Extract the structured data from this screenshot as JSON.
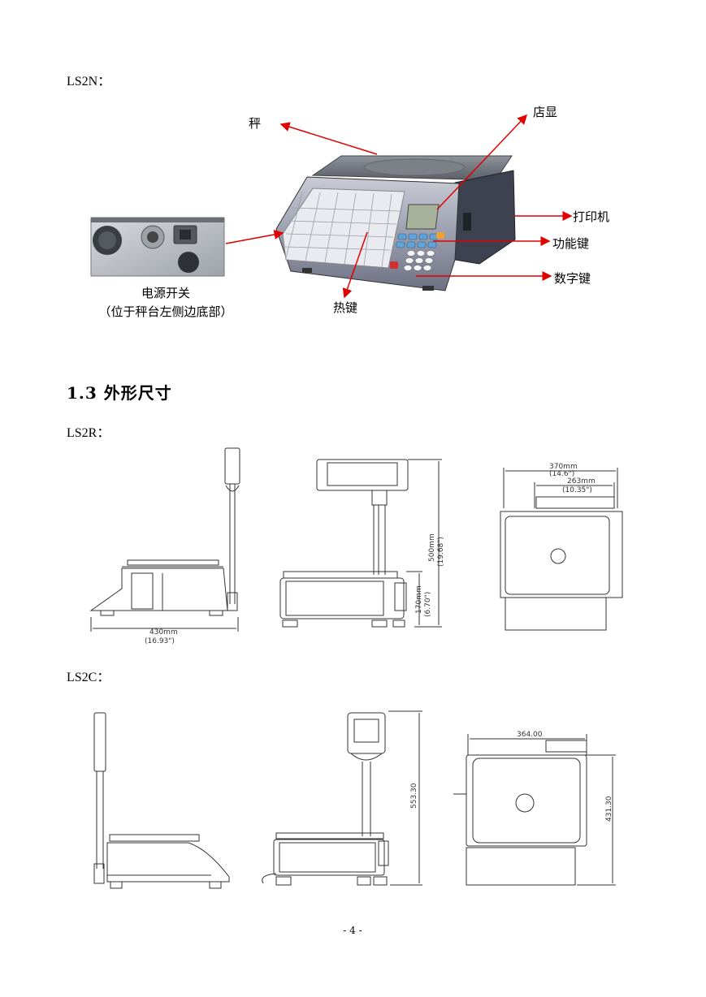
{
  "ls2n": {
    "model_label": "LS2N：",
    "callouts": {
      "platter": "秤",
      "shop_display": "店显",
      "printer": "打印机",
      "function_keys": "功能键",
      "numeric_keys": "数字键",
      "hot_keys": "热键",
      "power_switch_line1": "电源开关",
      "power_switch_line2": "（位于秤台左侧边底部）"
    }
  },
  "section": {
    "heading": "1.3 外形尺寸"
  },
  "ls2r": {
    "model_label": "LS2R：",
    "dims": {
      "width_mm": "430mm",
      "width_in": "(16.93\")",
      "height_total_mm": "500mm",
      "height_total_in": "(19.68\")",
      "height_base_mm": "170mm",
      "height_base_in": "(6.70\")",
      "top_outer_mm": "370mm",
      "top_outer_in": "(14.6\")",
      "top_inner_mm": "263mm",
      "top_inner_in": "(10.35\")"
    }
  },
  "ls2c": {
    "model_label": "LS2C：",
    "dims": {
      "height": "553.30",
      "top_width": "364.00",
      "depth": "431.30"
    }
  },
  "footer": {
    "page_number": "- 4 -"
  },
  "colors": {
    "arrow": "#e00000",
    "line": "#333333"
  }
}
